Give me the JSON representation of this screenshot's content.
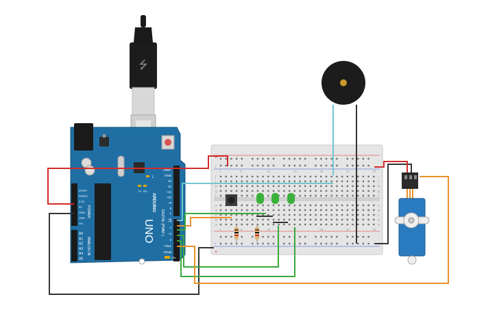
{
  "board": {
    "logo_text": "ARDUINO",
    "model_text": "UNO",
    "power_header_title": "POWER",
    "analog_header_title": "ANALOG IN",
    "digital_header_title": "DIGITAL (PWM~)",
    "power_pins": [
      "IOREF",
      "RESET",
      "3.3V",
      "5V",
      "GND",
      "GND",
      "Vin"
    ],
    "analog_pins": [
      "A0",
      "A1",
      "A2",
      "A3",
      "A4",
      "A5"
    ],
    "digital_pins": [
      "AREF",
      "GND",
      "13",
      "12",
      "~11",
      "~10",
      "~9",
      "8",
      "7",
      "~6",
      "~5",
      "4",
      "~3",
      "2",
      "TX▸1",
      "RX◂0"
    ],
    "led_labels": [
      "TX",
      "RX"
    ],
    "led_l_label": "L",
    "on_label": "ON"
  },
  "breadboard": {
    "row_letters_top": [
      "j",
      "i",
      "h",
      "g",
      "f"
    ],
    "row_letters_bottom": [
      "e",
      "d",
      "c",
      "b",
      "a"
    ],
    "column_numbers": [
      "1",
      "5",
      "10",
      "15",
      "20",
      "25",
      "30"
    ],
    "rail_plus": "+",
    "rail_minus": "-"
  },
  "colors": {
    "board": "#1f6fa4",
    "wire_red": "#d42a2a",
    "wire_green": "#3aa83a",
    "wire_orange": "#e8902a",
    "wire_cyan": "#6fc7d0",
    "wire_black": "#333333",
    "led_green": "#3bb13b",
    "servo": "#2a7bc0"
  }
}
